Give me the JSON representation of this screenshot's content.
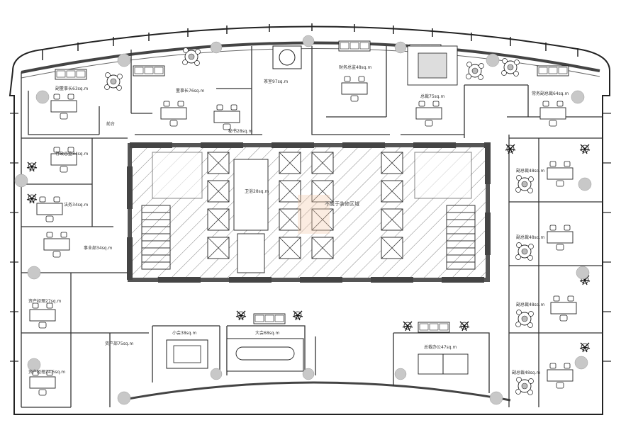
{
  "plan": {
    "core_label": "不属于装修区域",
    "rooms": [
      {
        "id": "r1",
        "label": "副董事长63sq.m"
      },
      {
        "id": "r2",
        "label": "董事长76sq.m"
      },
      {
        "id": "r3",
        "label": "茶室97sq.m"
      },
      {
        "id": "r4",
        "label": "财务总监48sq.m"
      },
      {
        "id": "r5",
        "label": "总裁75sq.m"
      },
      {
        "id": "r6",
        "label": "常务副总裁64sq.m"
      },
      {
        "id": "r7",
        "label": "前台"
      },
      {
        "id": "r8",
        "label": "秘书28sq.m"
      },
      {
        "id": "r9",
        "label": "行政总监34sq.m"
      },
      {
        "id": "r10",
        "label": "法务34sq.m"
      },
      {
        "id": "r11",
        "label": "事业部34sq.m"
      },
      {
        "id": "r12",
        "label": "资产经理27sq.m"
      },
      {
        "id": "r13",
        "label": "资产经理24.5sq.m"
      },
      {
        "id": "r14",
        "label": "资产部75sq.m"
      },
      {
        "id": "r15",
        "label": "小会38sq.m"
      },
      {
        "id": "r16",
        "label": "大会68sq.m"
      },
      {
        "id": "r17",
        "label": "总裁办公47sq.m"
      },
      {
        "id": "r18",
        "label": "副总裁48sq.m"
      },
      {
        "id": "r19",
        "label": "副总裁48sq.m"
      },
      {
        "id": "r20",
        "label": "副总裁48sq.m"
      },
      {
        "id": "r21",
        "label": "副总裁48sq.m"
      },
      {
        "id": "r22",
        "label": "卫浴28sq.m"
      }
    ]
  }
}
